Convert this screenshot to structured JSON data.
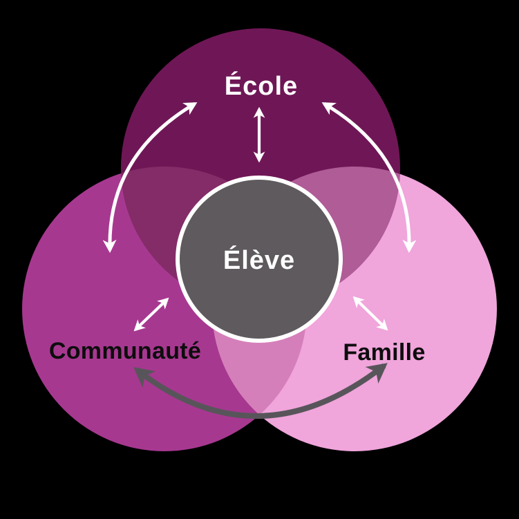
{
  "diagram": {
    "background_color": "#000000",
    "nodes": {
      "ecole": {
        "label": "École",
        "color": "#6F1756",
        "label_color": "#FFFFFF"
      },
      "communaute": {
        "label": "Communauté",
        "color": "#A73890",
        "label_color": "#0D0D0D"
      },
      "famille": {
        "label": "Famille",
        "color": "#F0A5DB",
        "label_color": "#0D0D0D"
      },
      "eleve": {
        "label": "Élève",
        "color": "#5E5A5D",
        "ring_color": "#FFFFFF",
        "label_color": "#FFFFFF"
      }
    },
    "overlaps": {
      "ecole_communaute": "#842C68",
      "ecole_famille": "#AF5C97",
      "communaute_famille": "#D57FBA",
      "all_three": "#9B4886"
    },
    "arrows": {
      "white_color": "#FFFFFF",
      "gray_color": "#58555A",
      "links": [
        {
          "from": "École",
          "to": "Élève",
          "style": "white-straight"
        },
        {
          "from": "École",
          "to": "Communauté",
          "style": "white-curved"
        },
        {
          "from": "École",
          "to": "Famille",
          "style": "white-curved"
        },
        {
          "from": "Communauté",
          "to": "Élève",
          "style": "white-straight"
        },
        {
          "from": "Famille",
          "to": "Élève",
          "style": "white-straight"
        },
        {
          "from": "Communauté",
          "to": "Famille",
          "style": "gray-curved"
        }
      ]
    }
  }
}
